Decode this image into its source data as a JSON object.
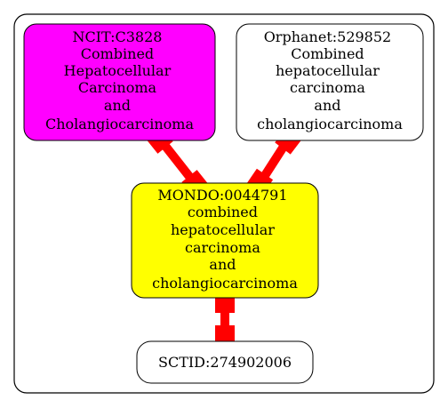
{
  "colors": {
    "edge": "#ff0000",
    "ncit_fill": "#ff00ff",
    "mondo_fill": "#ffff00",
    "default_fill": "#ffffff",
    "stroke": "#000000"
  },
  "nodes": {
    "ncit": {
      "lines": [
        "NCIT:C3828",
        "Combined",
        "Hepatocellular",
        "Carcinoma",
        "and",
        "Cholangiocarcinoma"
      ]
    },
    "orphanet": {
      "lines": [
        "Orphanet:529852",
        "Combined",
        "hepatocellular",
        "carcinoma",
        "and",
        "cholangiocarcinoma"
      ]
    },
    "mondo": {
      "lines": [
        "MONDO:0044791",
        "combined",
        "hepatocellular",
        "carcinoma",
        "and",
        "cholangiocarcinoma"
      ]
    },
    "sctid": {
      "lines": [
        "SCTID:274902006"
      ]
    }
  }
}
